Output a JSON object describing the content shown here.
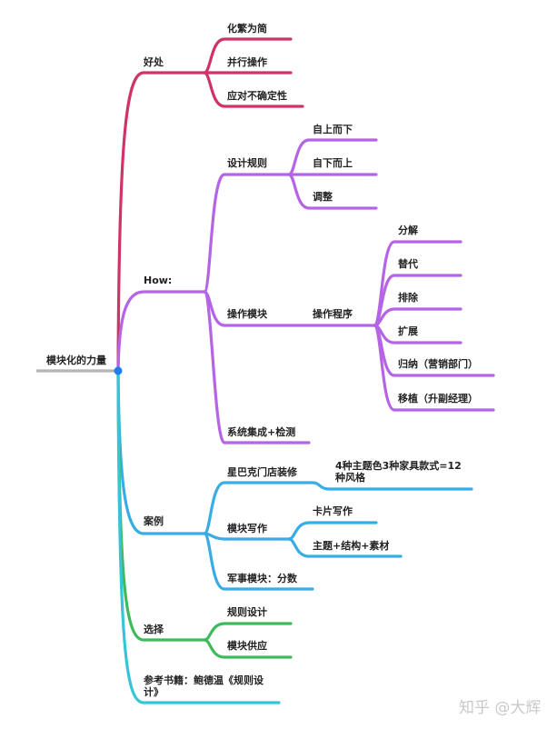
{
  "root": "模块化的力量",
  "colors": {
    "benefits": "#cf3368",
    "how": "#b564e6",
    "cases": "#38ace4",
    "choice": "#3dbb5a",
    "books": "#35c5d8",
    "root_line": "#b5b5b5",
    "root_dot": "#1e7ef0"
  },
  "benefits": {
    "label": "好处",
    "children": [
      "化繁为简",
      "并行操作",
      "应对不确定性"
    ]
  },
  "how": {
    "label": "How:",
    "design_rules": {
      "label": "设计规则",
      "children": [
        "自上而下",
        "自下而上",
        "调整"
      ]
    },
    "operate": {
      "label": "操作模块",
      "procedure": {
        "label": "操作程序",
        "children": [
          "分解",
          "替代",
          "排除",
          "扩展",
          "归纳（营销部门）",
          "移植（升副经理）"
        ]
      }
    },
    "integration": "系统集成+检测"
  },
  "cases": {
    "label": "案例",
    "starbucks": {
      "label": "星巴克门店装修",
      "detail_line1": "4种主题色3种家具款式=12",
      "detail_line2": "种风格"
    },
    "writing": {
      "label": "模块写作",
      "children": [
        "卡片写作",
        "主题+结构+素材"
      ]
    },
    "military": "军事模块：分数"
  },
  "choice": {
    "label": "选择",
    "children": [
      "规则设计",
      "模块供应"
    ]
  },
  "books": {
    "line1": "参考书籍：鲍德温《规则设",
    "line2": "计》"
  },
  "watermark": "知乎 @大辉"
}
